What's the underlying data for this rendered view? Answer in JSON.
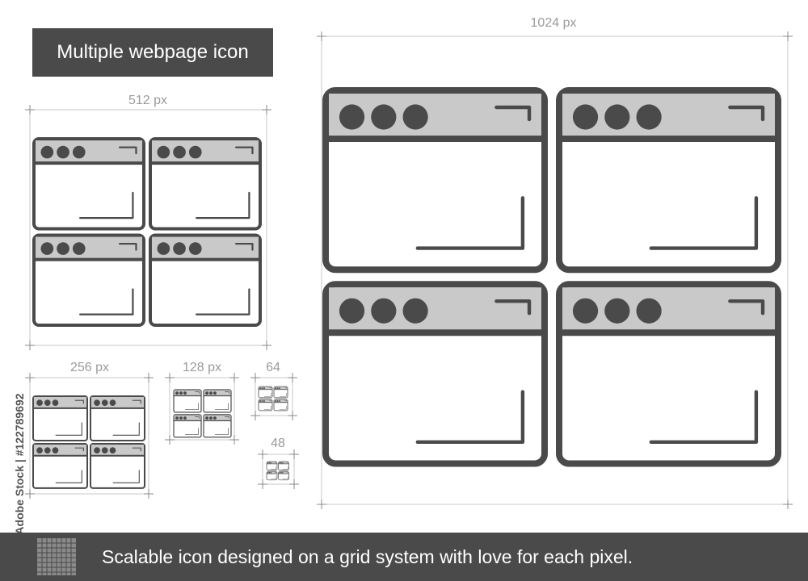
{
  "title": "Multiple webpage icon",
  "sizes": {
    "xl": "1024 px",
    "l": "512 px",
    "m": "256 px",
    "s": "128 px",
    "xs": "64",
    "xxs": "48"
  },
  "stock_id": "Adobe Stock | #122789692",
  "footer": {
    "tagline": "Scalable icon designed on a grid system with love for each pixel.",
    "icon": "grid-icon"
  },
  "colors": {
    "stroke": "#4a4a4a",
    "header_fill": "#c9c9c9",
    "guide": "#c8c8c8",
    "footer_bg": "#4a4a4a"
  }
}
